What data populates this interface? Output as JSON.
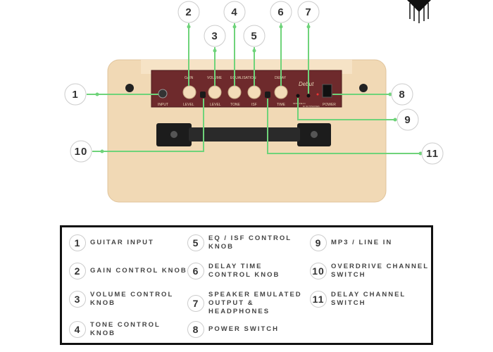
{
  "colors": {
    "callout_line": "#6fd37a",
    "amp_body": "#f1d9b5",
    "panel": "#6e2a2c",
    "handle": "#1c1c1c"
  },
  "panel_labels": {
    "gain": "GAIN",
    "volume": "VOLUME",
    "equalisation": "EQUALISATION",
    "delay": "DELAY",
    "input": "INPUT",
    "power": "POWER",
    "level1": "LEVEL",
    "level2": "LEVEL",
    "tone": "TONE",
    "isf": "ISF",
    "time": "TIME",
    "mp3": "MP3/LINE IN",
    "di_out": "DI OUT/PHONES",
    "logo": "Debut"
  },
  "callouts": [
    "1",
    "2",
    "3",
    "4",
    "5",
    "6",
    "7",
    "8",
    "9",
    "10",
    "11"
  ],
  "legend": [
    {
      "num": "1",
      "label": "GUITAR INPUT"
    },
    {
      "num": "2",
      "label": "GAIN CONTROL KNOB"
    },
    {
      "num": "3",
      "label": "VOLUME CONTROL KNOB"
    },
    {
      "num": "4",
      "label": "TONE CONTROL KNOB"
    },
    {
      "num": "5",
      "label": "EQ / ISF CONTROL KNOB"
    },
    {
      "num": "6",
      "label": "DELAY TIME CONTROL KNOB"
    },
    {
      "num": "7",
      "label": "SPEAKER EMULATED OUTPUT & HEADPHONES"
    },
    {
      "num": "8",
      "label": "POWER SWITCH"
    },
    {
      "num": "9",
      "label": "MP3 / LINE IN"
    },
    {
      "num": "10",
      "label": "OVERDRIVE CHANNEL SWITCH"
    },
    {
      "num": "11",
      "label": "DELAY CHANNEL SWITCH"
    }
  ]
}
